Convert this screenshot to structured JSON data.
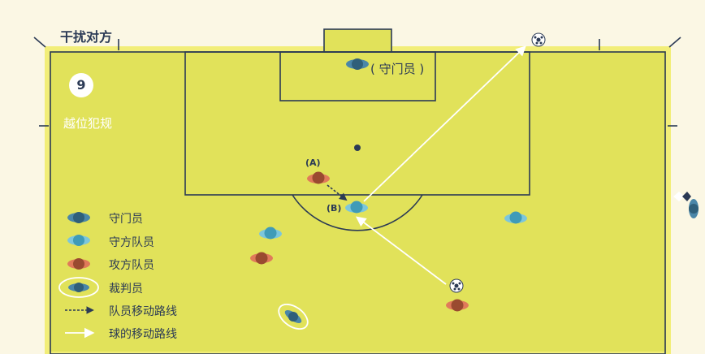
{
  "title": "干扰对方",
  "badge_number": "9",
  "subtitle": "越位犯规",
  "goalkeeper_label": "( 守门员 )",
  "markers": {
    "a": "(A)",
    "b": "(B)"
  },
  "legend": [
    {
      "icon": "goalkeeper-icon",
      "label": "守门员"
    },
    {
      "icon": "defender-icon",
      "label": "守方队员"
    },
    {
      "icon": "attacker-icon",
      "label": "攻方队员"
    },
    {
      "icon": "referee-icon",
      "label": "裁判员"
    },
    {
      "icon": "dashed-arrow-icon",
      "label": "队员移动路线"
    },
    {
      "icon": "solid-arrow-icon",
      "label": "球的移动路线"
    }
  ],
  "colors": {
    "pitch": "#e1e25a",
    "pitch_border": "#f4f07a",
    "lines": "#2b3a55",
    "goalkeeper": "#2f5f7a",
    "defender": "#4aa6c4",
    "attacker": "#b55a3c",
    "referee": "#2f5f7a"
  }
}
